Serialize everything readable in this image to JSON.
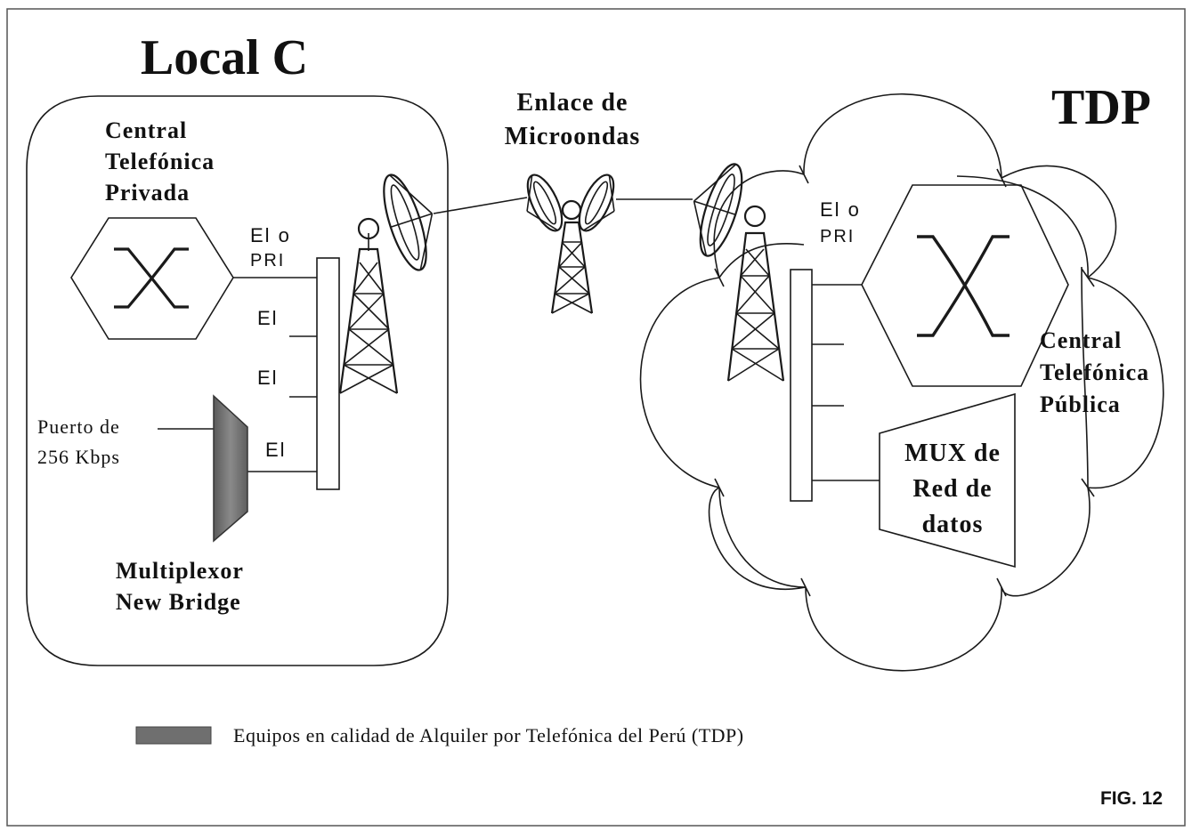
{
  "titles": {
    "local": "Local C",
    "tdp": "TDP",
    "microwave_line1": "Enlace de",
    "microwave_line2": "Microondas"
  },
  "left": {
    "pbx_line1": "Central",
    "pbx_line2": "Telefónica",
    "pbx_line3": "Privada",
    "link1_line1": "El o",
    "link1_line2": "PRI",
    "link2": "El",
    "link3": "El",
    "link4": "El",
    "port_line1": "Puerto de",
    "port_line2": "256 Kbps",
    "mux_line1": "Multiplexor",
    "mux_line2": "New Bridge"
  },
  "right": {
    "link_line1": "El o",
    "link_line2": "PRI",
    "pbx_line1": "Central",
    "pbx_line2": "Telefónica",
    "pbx_line3": "Pública",
    "mux_line1": "MUX de",
    "mux_line2": "Red de",
    "mux_line3": "datos"
  },
  "legend": {
    "text": "Equipos en calidad de Alquiler por Telefónica del Perú (TDP)",
    "swatch_color": "#6f6f6f"
  },
  "figure_label": "FIG. 12"
}
